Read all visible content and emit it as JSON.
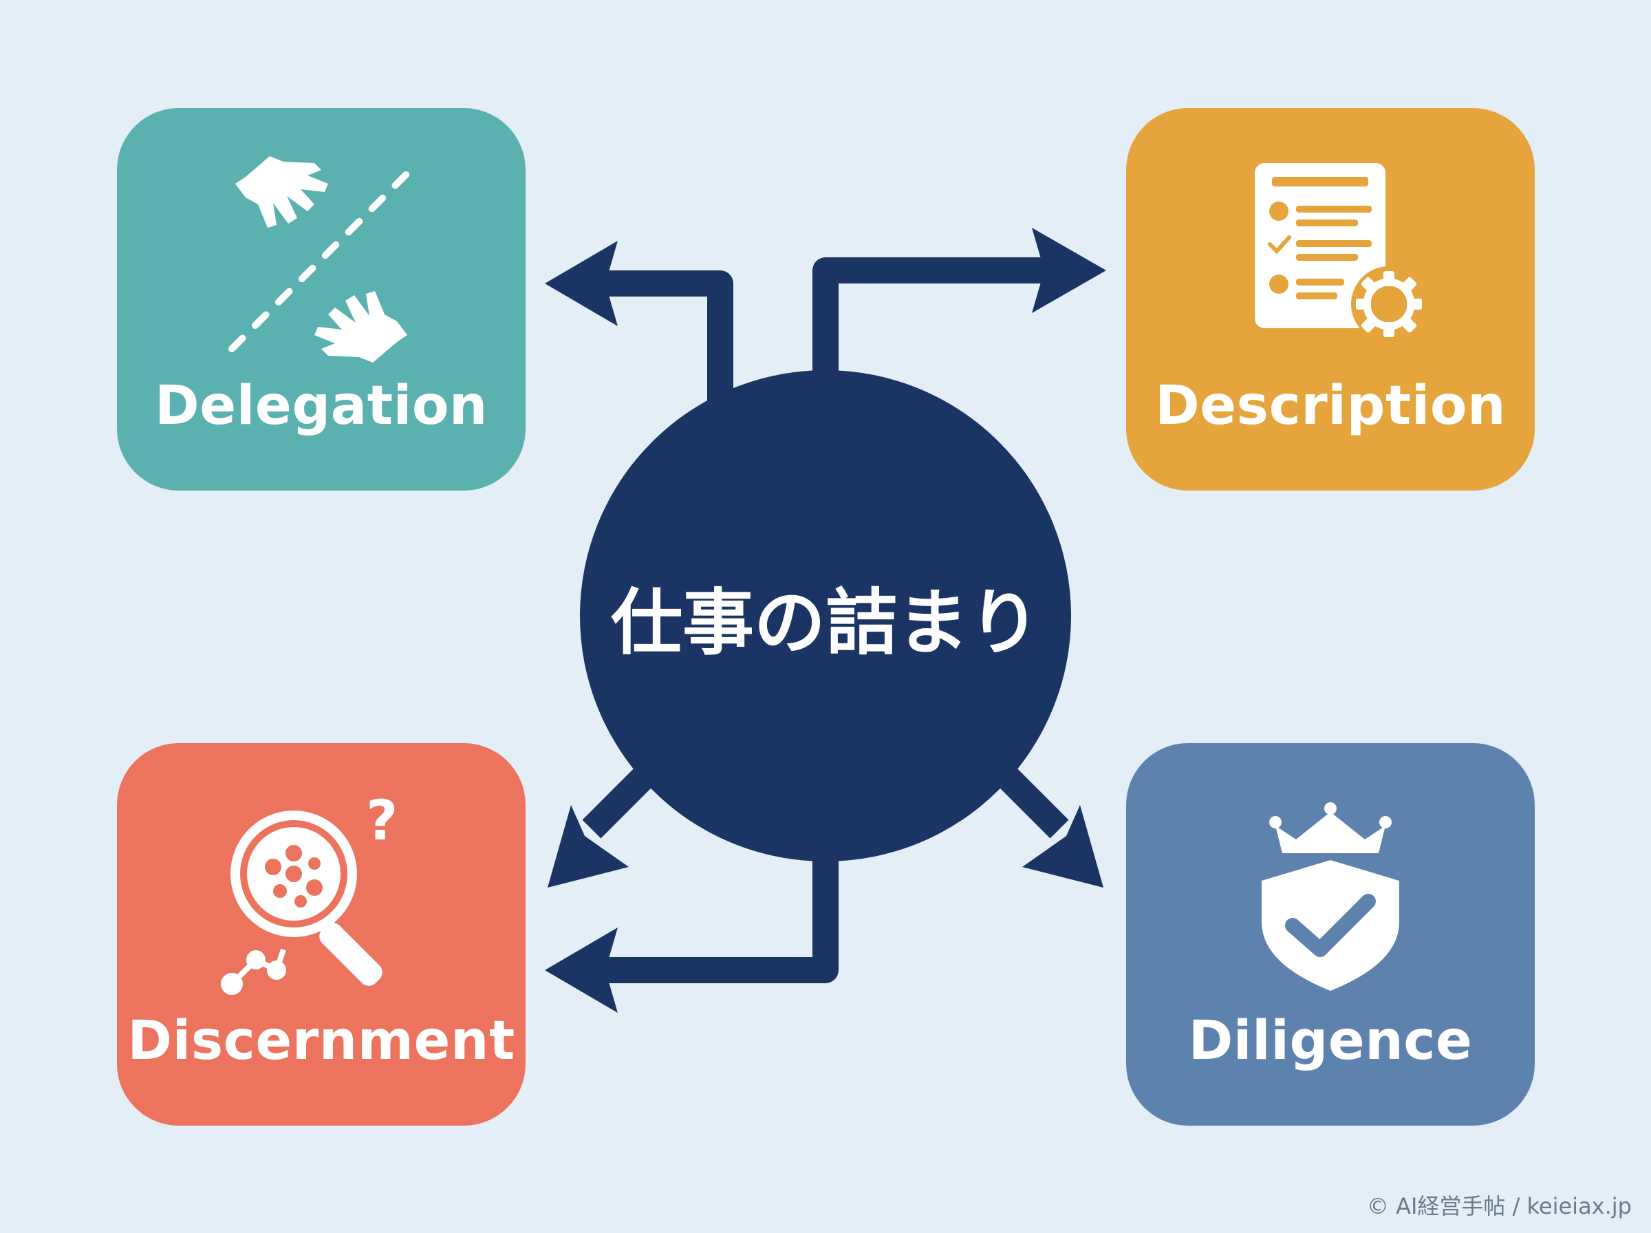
{
  "center": {
    "title": "仕事の詰まり"
  },
  "boxes": {
    "delegation": {
      "label": "Delegation",
      "icon": "handoff-hands-icon",
      "color": "#5ab1b0"
    },
    "description": {
      "label": "Description",
      "icon": "document-gear-icon",
      "color": "#e6a43c"
    },
    "discernment": {
      "label": "Discernment",
      "icon": "magnifier-question-icon",
      "color": "#ec735d"
    },
    "diligence": {
      "label": "Diligence",
      "icon": "crowned-shield-check-icon",
      "color": "#5d82ae"
    }
  },
  "footer": {
    "credit": "© AI経営手帖 / keieiax.jp"
  },
  "colors": {
    "background": "#e3eef7",
    "hub": "#1a3563",
    "arrow": "#1a3563"
  }
}
